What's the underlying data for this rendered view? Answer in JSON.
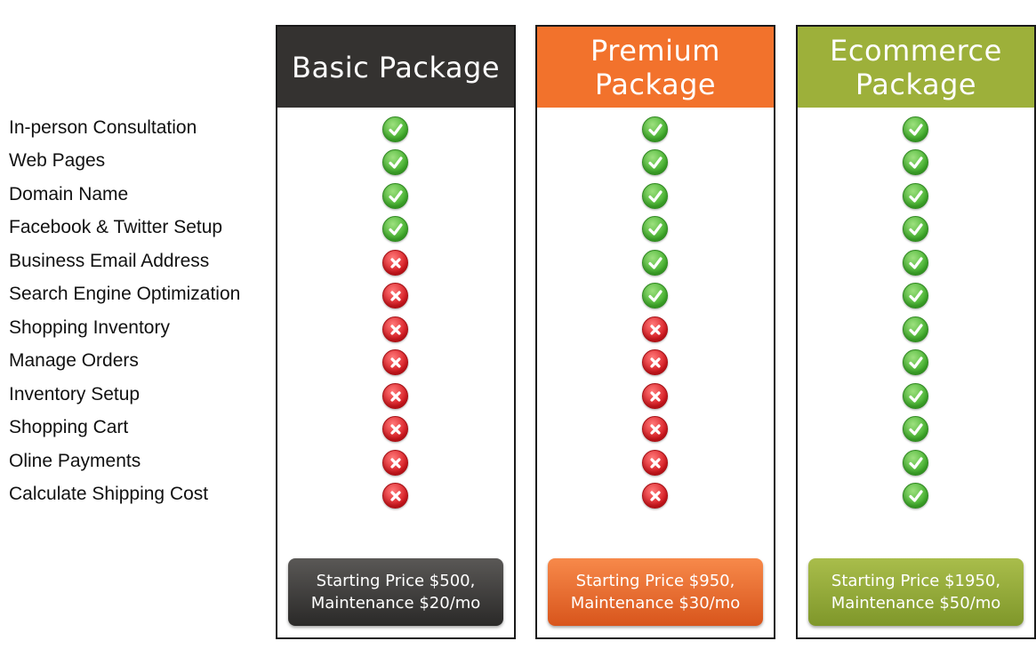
{
  "features": [
    "In-person Consultation",
    "Web Pages",
    "Domain Name",
    "Facebook & Twitter Setup",
    "Business Email Address",
    "Search Engine Optimization",
    "Shopping Inventory",
    "Manage Orders",
    "Inventory Setup",
    "Shopping Cart",
    "Oline Payments",
    "Calculate Shipping Cost"
  ],
  "packages": [
    {
      "title_line1": "Basic Package",
      "title_line2": "",
      "header_color": "#343230",
      "included": [
        true,
        true,
        true,
        true,
        false,
        false,
        false,
        false,
        false,
        false,
        false,
        false
      ],
      "price_line1": "Starting Price $500,",
      "price_line2": "Maintenance $20/mo"
    },
    {
      "title_line1": "Premium",
      "title_line2": "Package",
      "header_color": "#f2722c",
      "included": [
        true,
        true,
        true,
        true,
        true,
        true,
        false,
        false,
        false,
        false,
        false,
        false
      ],
      "price_line1": "Starting Price $950,",
      "price_line2": "Maintenance $30/mo"
    },
    {
      "title_line1": "Ecommerce",
      "title_line2": "Package",
      "header_color": "#9db03a",
      "included": [
        true,
        true,
        true,
        true,
        true,
        true,
        true,
        true,
        true,
        true,
        true,
        true
      ],
      "price_line1": "Starting Price $1950,",
      "price_line2": "Maintenance $50/mo"
    }
  ],
  "icons": {
    "included": "check-icon",
    "excluded": "x-icon",
    "included_color": "#3fae2a",
    "excluded_color": "#d4161d"
  }
}
